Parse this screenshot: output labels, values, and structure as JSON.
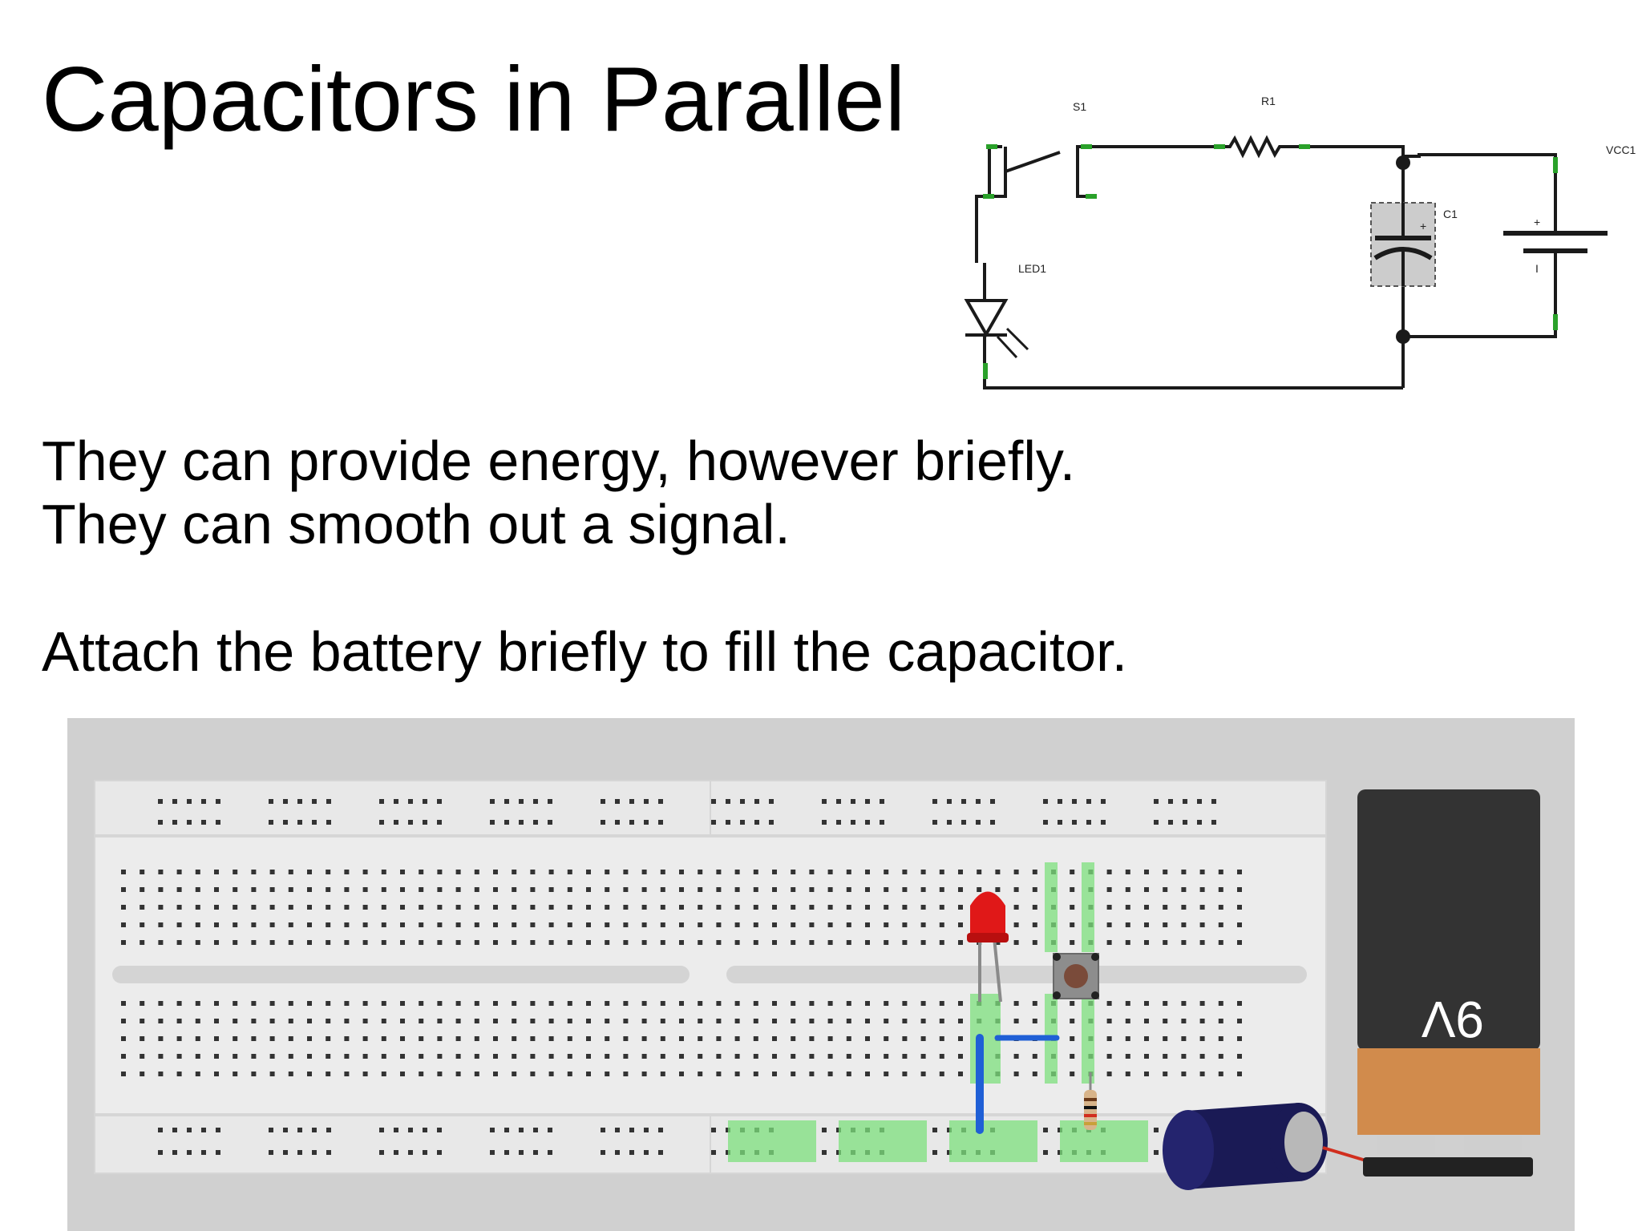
{
  "slide": {
    "title": "Capacitors in Parallel",
    "lines": [
      "They can provide energy, however briefly.",
      "They can smooth out a signal.",
      "Attach the battery briefly to fill the capacitor."
    ]
  },
  "schematic": {
    "labels": {
      "switch": "S1",
      "resistor": "R1",
      "supply": "VCC1",
      "capacitor": "C1",
      "led": "LED1",
      "cap_plus": "+",
      "battery_plus": "+",
      "battery_minus": "I"
    },
    "colors": {
      "wire": "#1a1a1a",
      "pin_mark": "#2aa12a",
      "cap_box": "#cccccc"
    }
  },
  "breadboard": {
    "battery_label": "9V",
    "colors": {
      "panel": "#d0d0d0",
      "board": "#ececec",
      "hole": "#333333",
      "highlight": "#7ee07e",
      "battery_top": "#333333",
      "battery_bottom": "#d18b4c",
      "led": "#e01818",
      "wire": "#1f5fd6",
      "capacitor": "#1a1a55"
    }
  }
}
